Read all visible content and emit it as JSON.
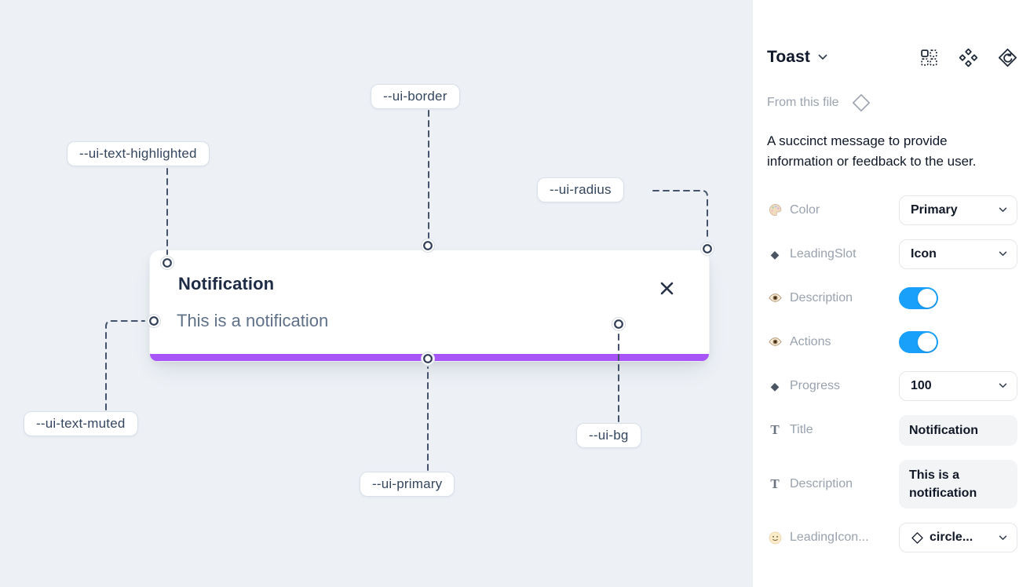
{
  "canvas": {
    "toast": {
      "title": "Notification",
      "description": "This is a notification",
      "progress_color": "#a855f7"
    },
    "callouts": [
      {
        "label": "--ui-border"
      },
      {
        "label": "--ui-text-highlighted"
      },
      {
        "label": "--ui-radius"
      },
      {
        "label": "--ui-text-muted"
      },
      {
        "label": "--ui-primary"
      },
      {
        "label": "--ui-bg"
      }
    ]
  },
  "panel": {
    "title": "Toast",
    "source": "From this file",
    "description": "A succinct message to provide information or feedback to the user.",
    "props": [
      {
        "icon": "palette-icon",
        "label": "Color",
        "control": "select",
        "value": "Primary"
      },
      {
        "icon": "diamond-icon",
        "label": "LeadingSlot",
        "control": "select",
        "value": "Icon"
      },
      {
        "icon": "eye-icon",
        "label": "Description",
        "control": "toggle",
        "on": true
      },
      {
        "icon": "eye-icon",
        "label": "Actions",
        "control": "toggle",
        "on": true
      },
      {
        "icon": "diamond-icon",
        "label": "Progress",
        "control": "select",
        "value": "100"
      },
      {
        "icon": "text-icon",
        "label": "Title",
        "control": "text",
        "value": "Notification"
      },
      {
        "icon": "text-icon",
        "label": "Description",
        "control": "text",
        "value": "This is a notification"
      },
      {
        "icon": "smiley-icon",
        "label": "LeadingIcon...",
        "control": "select",
        "value": "circle..."
      }
    ],
    "colors": {
      "toggle_on": "#18a0fb",
      "primary_purple": "#a855f7"
    }
  }
}
